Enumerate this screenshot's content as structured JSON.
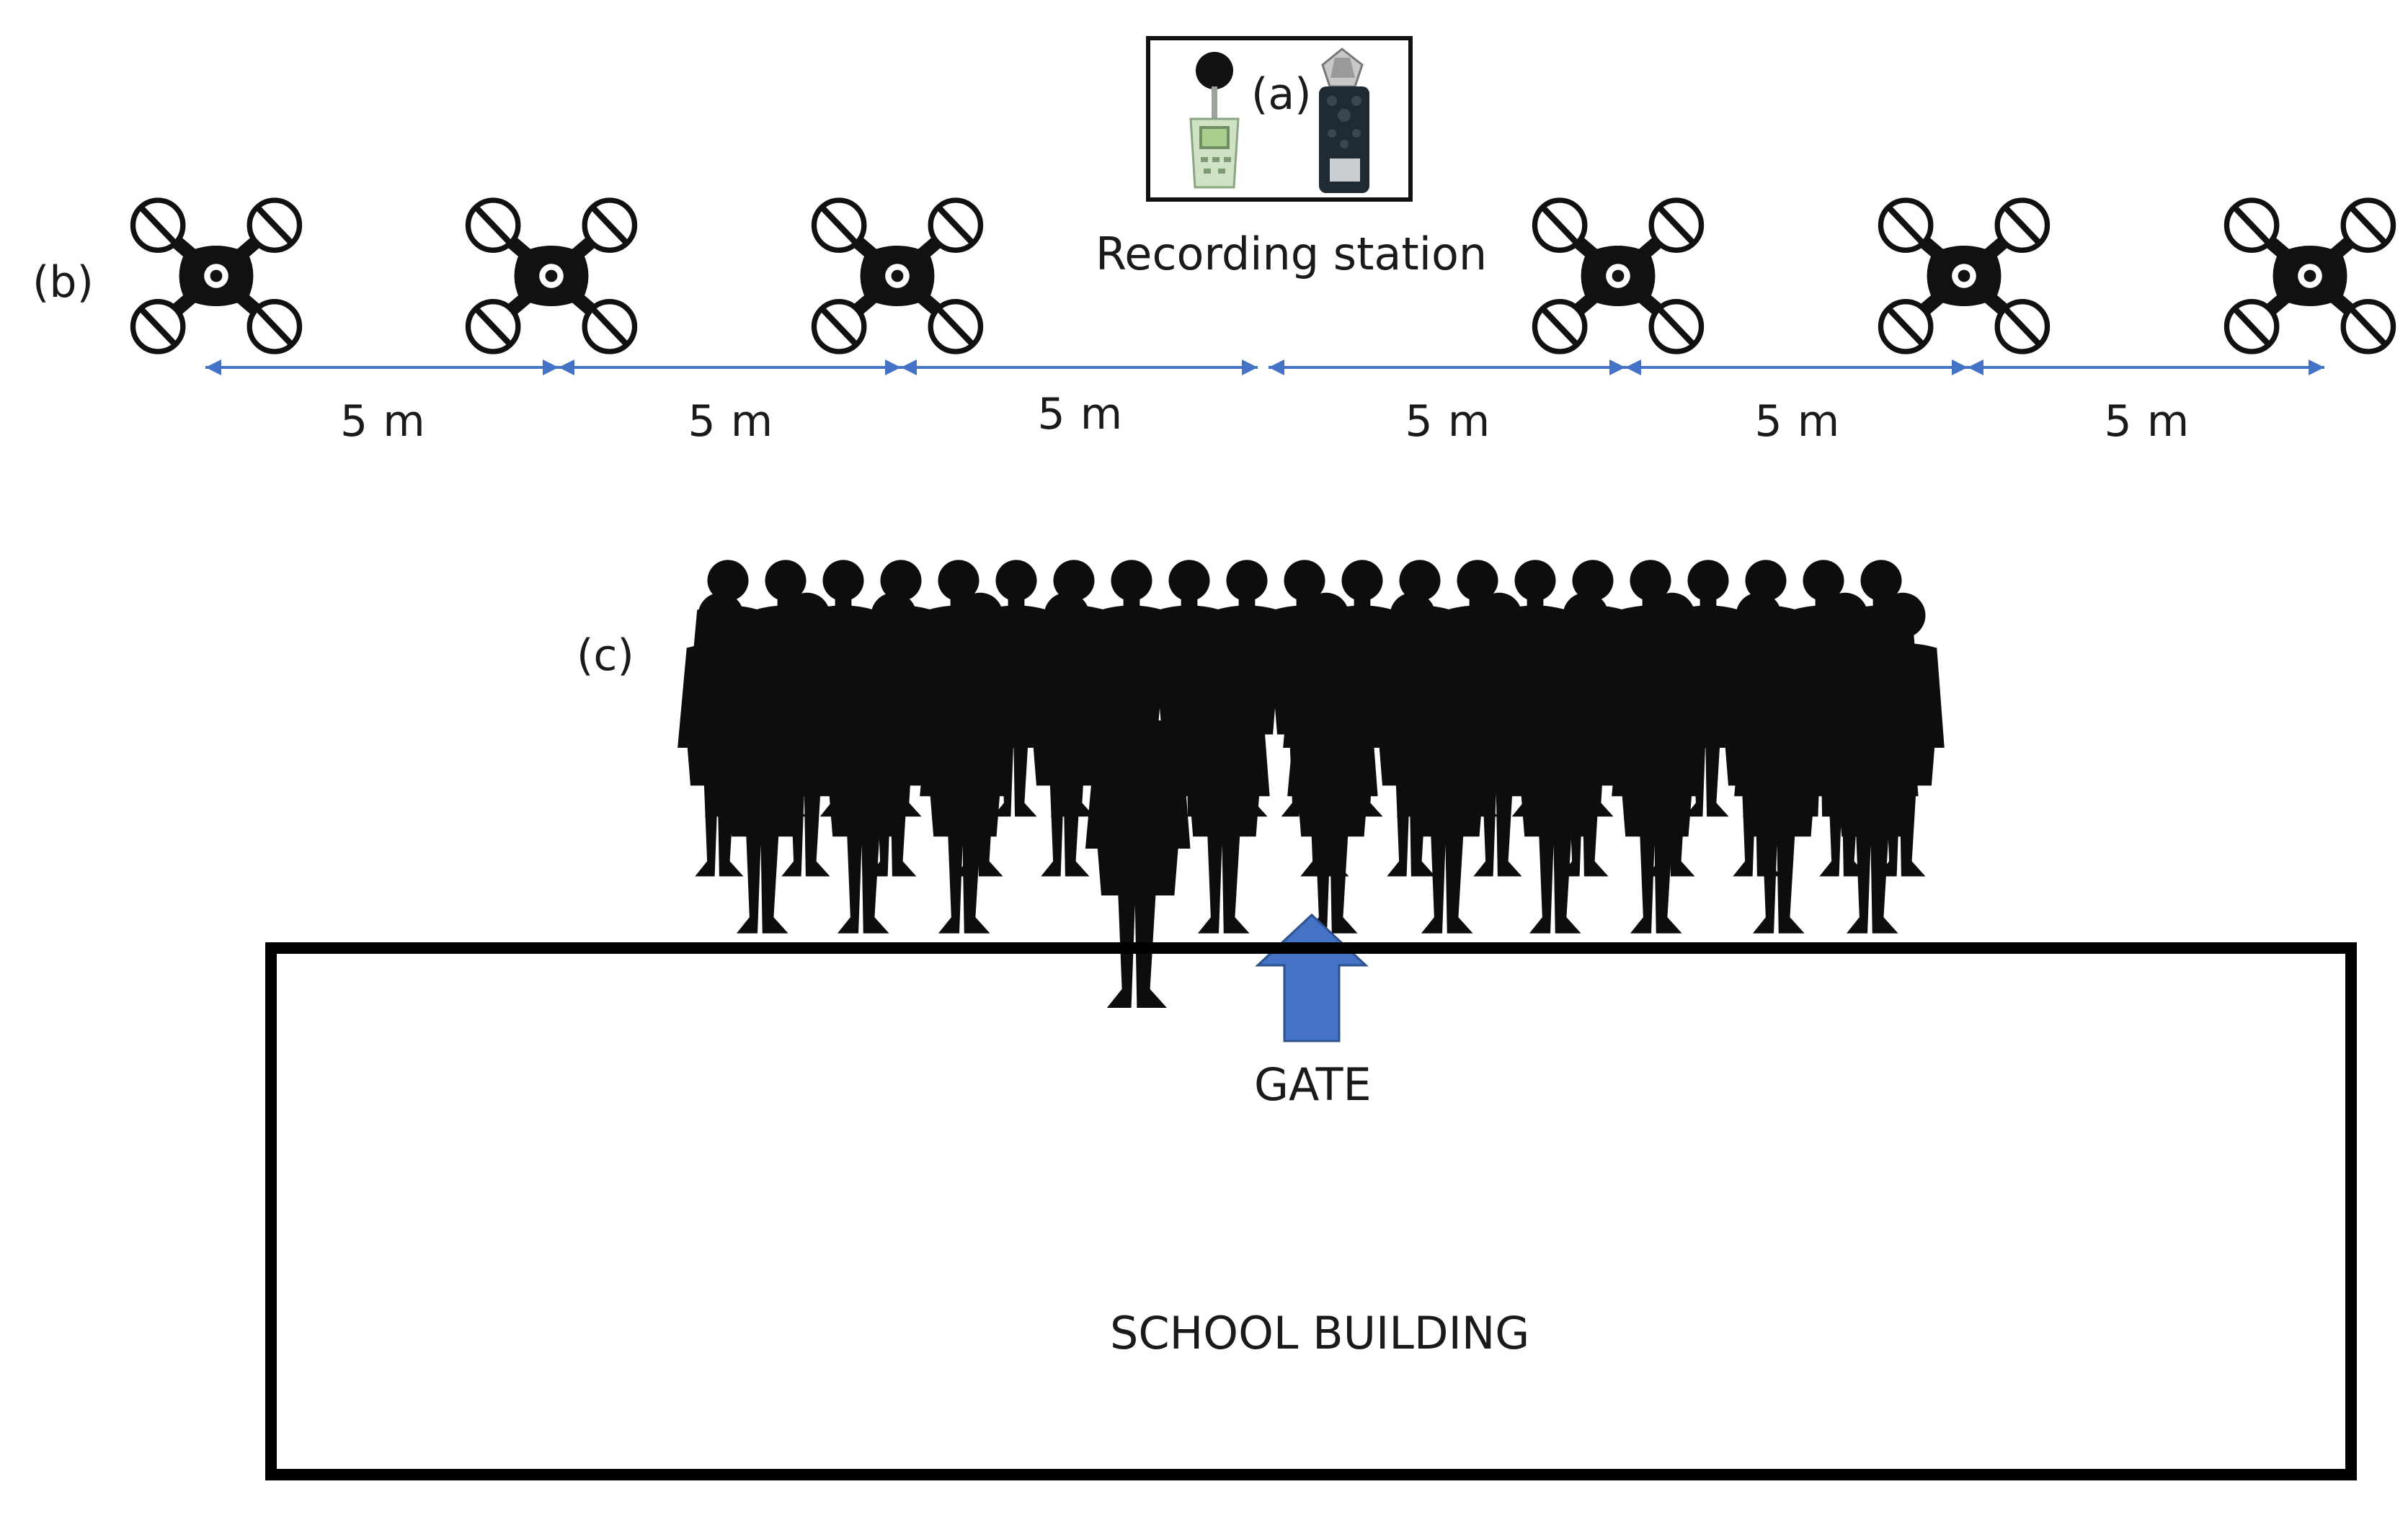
{
  "labels": {
    "panel_a": "(a)",
    "panel_b": "(b)",
    "panel_c": "(c)",
    "station_caption": "Recording station",
    "gate": "GATE",
    "building": "SCHOOL BUILDING"
  },
  "distances": [
    "5 m",
    "5 m",
    "5 m",
    "5 m",
    "5 m",
    "5 m"
  ],
  "drones": {
    "count": 6,
    "icon": "quadcopter-drone-icon"
  },
  "icons": {
    "sound_level_meter": "sound-level-meter-icon",
    "audio_recorder": "audio-recorder-icon",
    "crowd": "crowd-silhouette-icon",
    "gate_arrow": "up-arrow-icon"
  },
  "colors": {
    "arrow": "#4472c4",
    "gate_arrow": "#4472c4",
    "silhouette": "#0d0d0d",
    "meter_body": "#cfe3c4",
    "recorder_body": "#1f2a33"
  }
}
